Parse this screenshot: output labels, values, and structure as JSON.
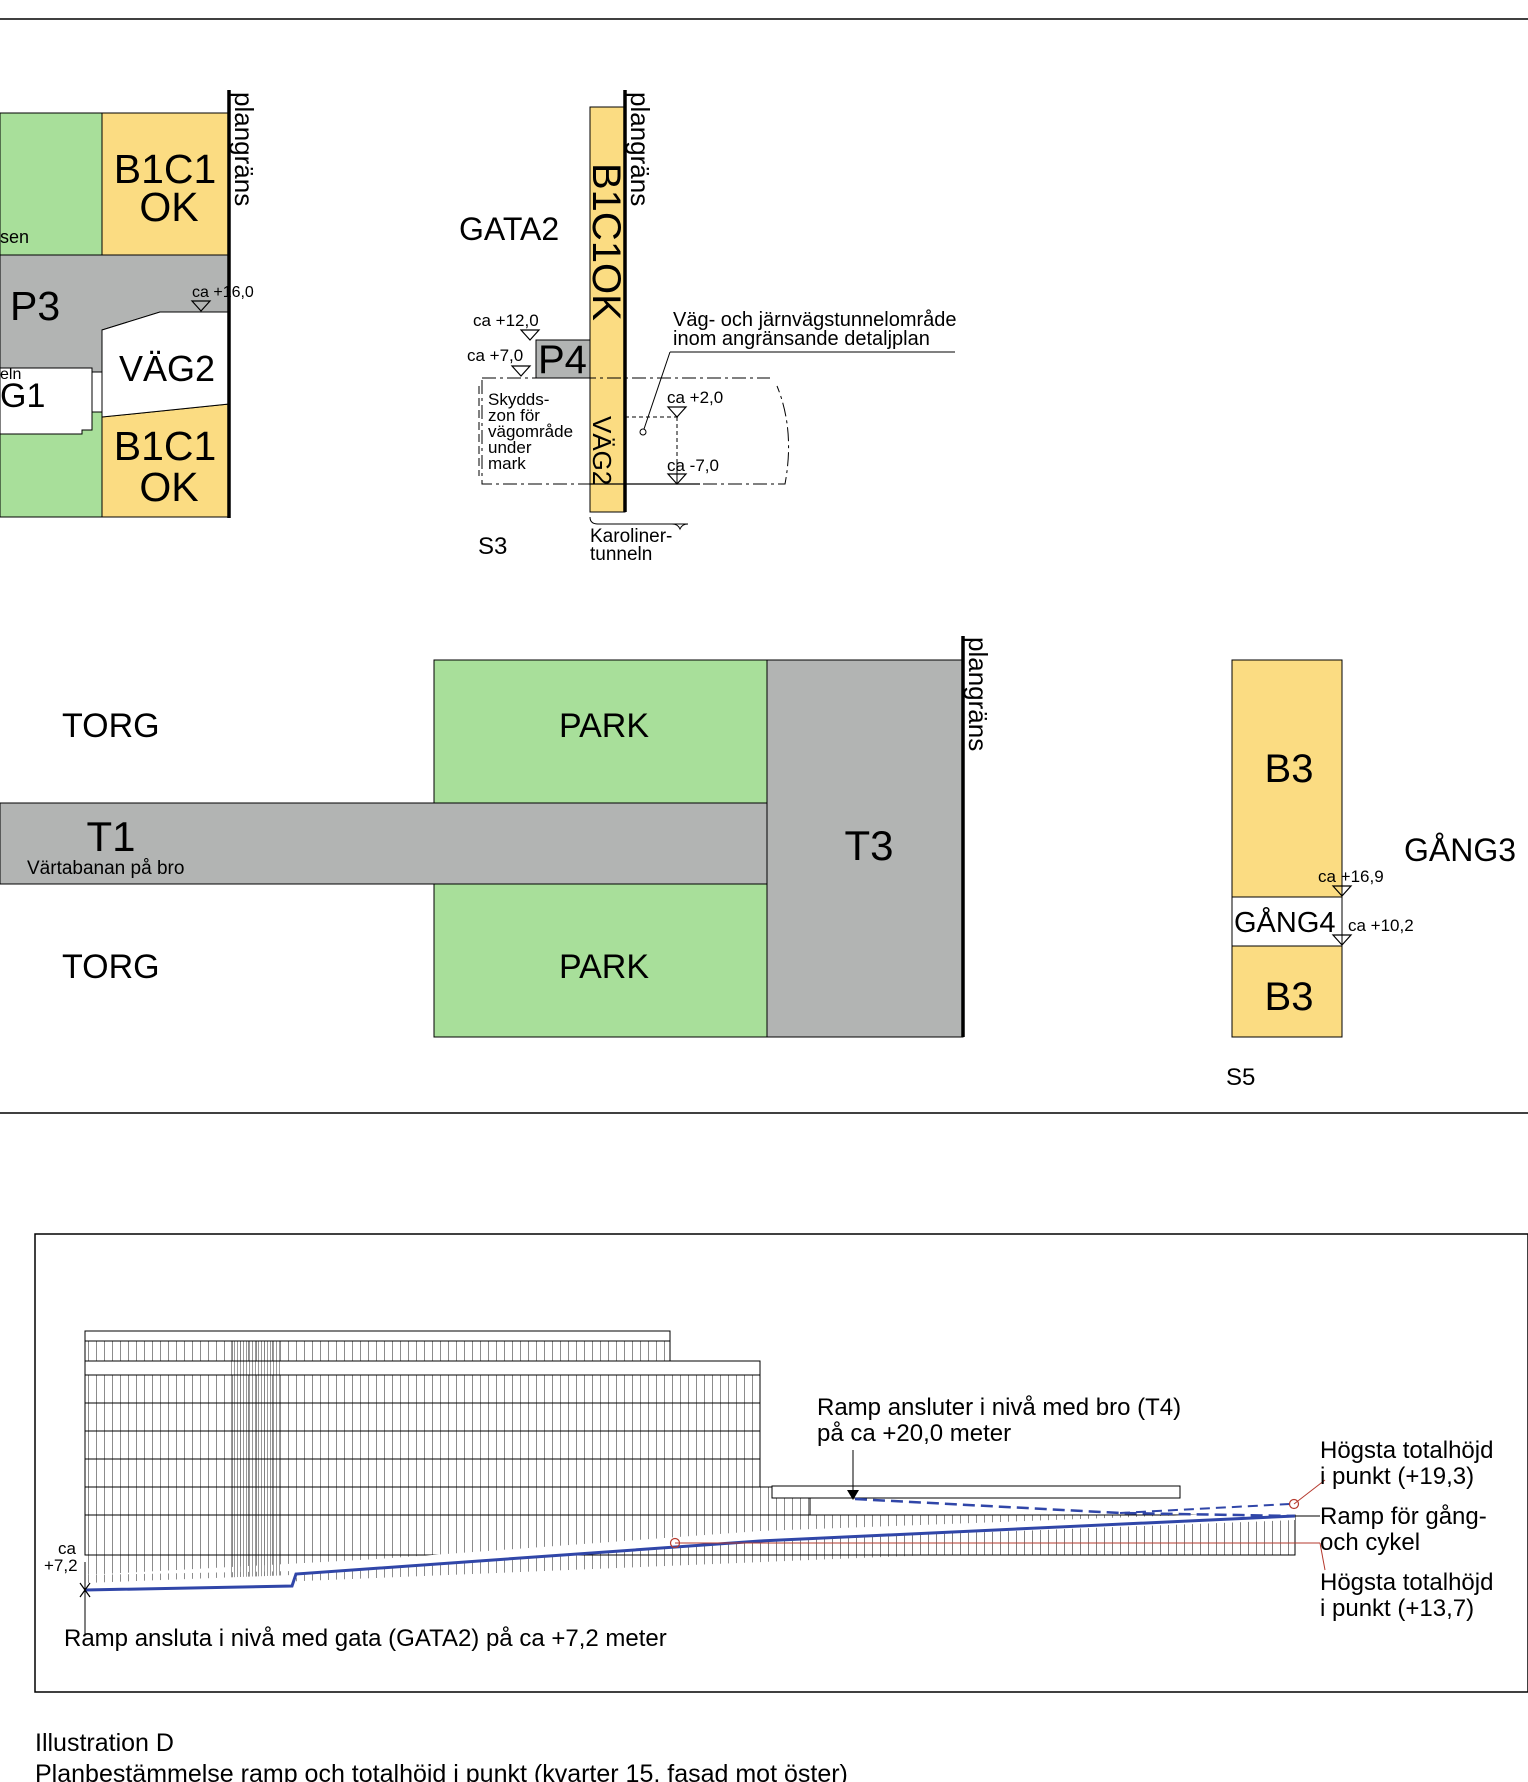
{
  "colors": {
    "green": "#a8df9a",
    "yellow": "#fbdc82",
    "gray": "#b2b4b3",
    "line": "#000000",
    "blue": "#3046a8",
    "red": "#b53a2e"
  },
  "s1": {
    "boundary": "plangräns",
    "b1c1_top": [
      "B1C1",
      "OK"
    ],
    "b1c1_bottom": [
      "B1C1",
      "OK"
    ],
    "green_partial": "sen",
    "p3": "P3",
    "level": "ca +16,0",
    "vag2": "VÄG2",
    "partial_small": "eln",
    "partial_big": "G1"
  },
  "s3": {
    "boundary": "plangräns",
    "strip_label": "B1C1OK",
    "gata2": "GATA2",
    "level_12": "ca +12,0",
    "level_7": "ca +7,0",
    "p4": "P4",
    "tunnel_note": [
      "Väg- och järnvägstunnelområde",
      "inom angränsande detaljplan"
    ],
    "level_2": "ca +2,0",
    "level_m7": "ca -7,0",
    "protect": [
      "Skydds-",
      "zon för",
      "vägområde",
      "under",
      "mark"
    ],
    "vag2": "VÄG2",
    "karoliner": [
      "Karoliner-",
      "tunneln"
    ],
    "section": "S3"
  },
  "s4": {
    "torg_top": "TORG",
    "torg_bottom": "TORG",
    "park_top": "PARK",
    "park_bottom": "PARK",
    "t1": "T1",
    "t1_sub": "Värtabanan på bro",
    "t3": "T3",
    "boundary": "plangräns"
  },
  "s5": {
    "b3_top": "B3",
    "b3_bottom": "B3",
    "gang4": "GÅNG4",
    "gang3": "GÅNG3",
    "level_169": "ca +16,9",
    "level_102": "ca +10,2",
    "section": "S5"
  },
  "elevation": {
    "ramp_t4": [
      "Ramp ansluter i nivå med bro (T4)",
      "på ca +20,0 meter"
    ],
    "hogsta_193": [
      "Högsta totalhöjd",
      "i punkt (+19,3)"
    ],
    "ramp_gc": [
      "Ramp för gång-",
      "och cykel"
    ],
    "hogsta_137": [
      "Högsta totalhöjd",
      "i punkt (+13,7)"
    ],
    "ca72": [
      "ca",
      "+7,2"
    ],
    "ramp_gata2": "Ramp ansluta i nivå med gata (GATA2) på ca +7,2 meter"
  },
  "caption": {
    "title": "Illustration D",
    "subtitle": "Planbestämmelse ramp och totalhöjd i punkt (kvarter 15, fasad mot öster)"
  }
}
